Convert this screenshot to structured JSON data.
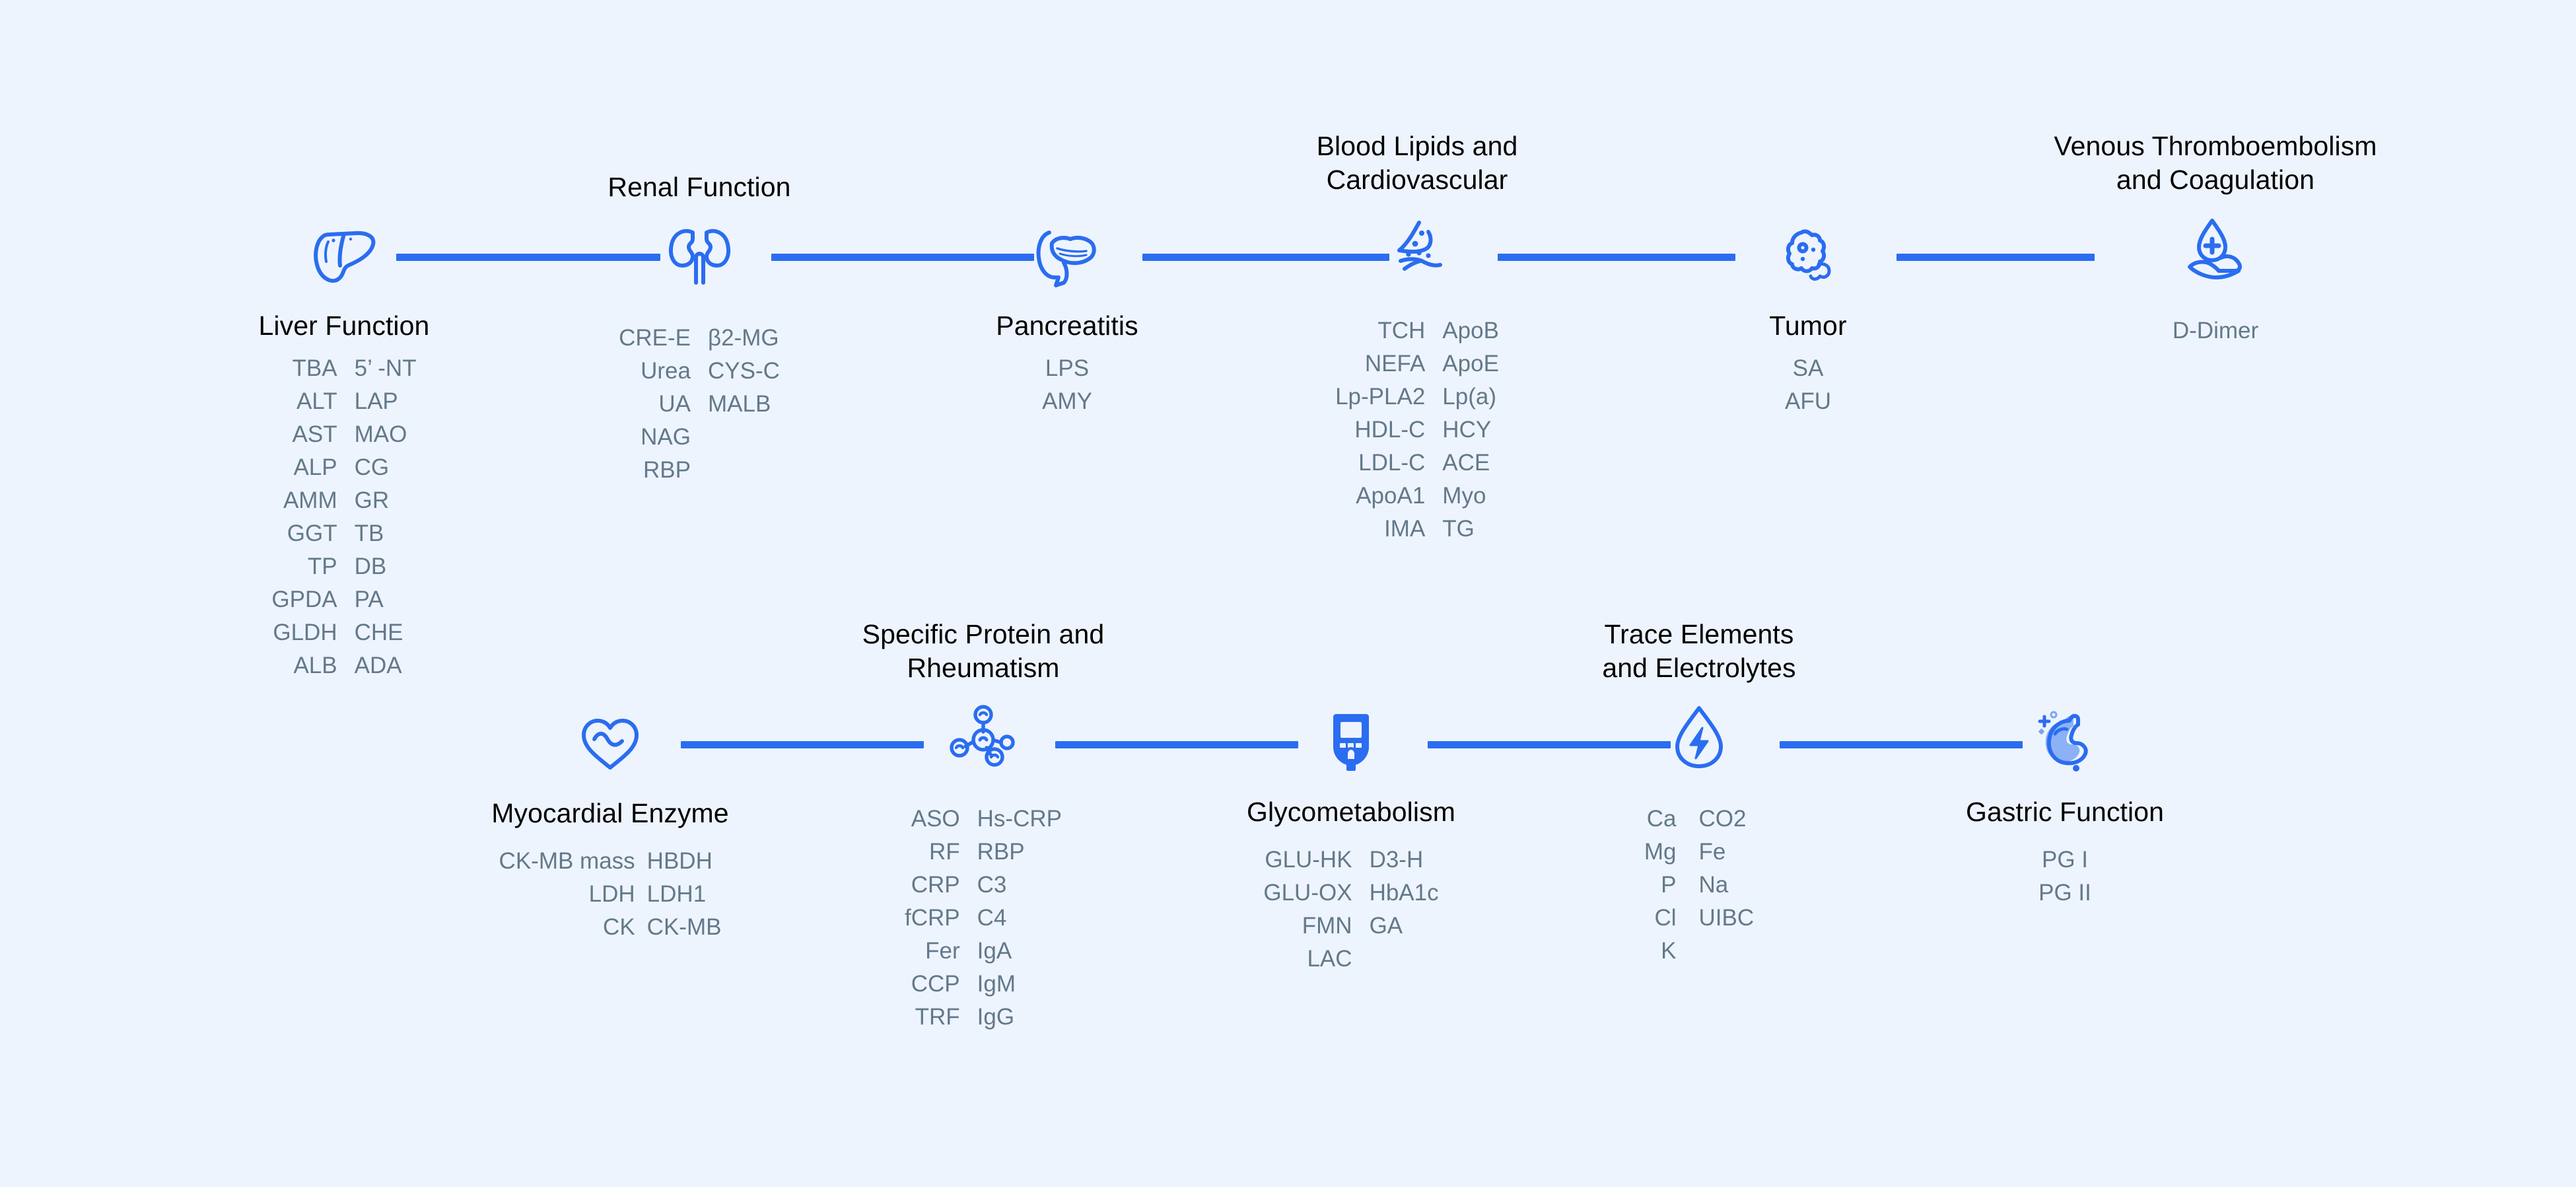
{
  "theme": {
    "background": "#eef4fd",
    "accent": "#2a6df0",
    "title_color": "#000000",
    "item_color": "#63798a"
  },
  "diagram": {
    "rows": [
      {
        "name": "top-row",
        "nodes": [
          {
            "id": "liver-function",
            "title": "Liver Function",
            "title_position": "below",
            "icon": "liver-icon",
            "items_left": [
              "TBA",
              "ALT",
              "AST",
              "ALP",
              "AMM",
              "GGT",
              "TP",
              "GPDA",
              "GLDH",
              "ALB"
            ],
            "items_right": [
              "5’ -NT",
              "LAP",
              "MAO",
              "CG",
              "GR",
              "TB",
              "DB",
              "PA",
              "CHE",
              "ADA"
            ]
          },
          {
            "id": "renal-function",
            "title": "Renal Function",
            "title_position": "above",
            "icon": "kidneys-icon",
            "items_left": [
              "CRE-E",
              "Urea",
              "UA",
              "NAG",
              "RBP"
            ],
            "items_right": [
              "β2-MG",
              "CYS-C",
              "MALB"
            ]
          },
          {
            "id": "pancreatitis",
            "title": "Pancreatitis",
            "title_position": "below",
            "icon": "pancreas-icon",
            "items_left": [
              "LPS",
              "AMY"
            ],
            "items_right": []
          },
          {
            "id": "blood-lipids-and-cardiovascular",
            "title": "Blood Lipids and\nCardiovascular",
            "title_position": "above",
            "icon": "artery-plaque-icon",
            "items_left": [
              "TCH",
              "NEFA",
              "Lp-PLA2",
              "HDL-C",
              "LDL-C",
              "ApoA1",
              "IMA"
            ],
            "items_right": [
              "ApoB",
              "ApoE",
              "Lp(a)",
              "HCY",
              "ACE",
              "Myo",
              "TG"
            ]
          },
          {
            "id": "tumor",
            "title": "Tumor",
            "title_position": "below",
            "icon": "tumor-cell-icon",
            "items_left": [
              "SA",
              "AFU"
            ],
            "items_right": []
          },
          {
            "id": "venous-thromboembolism-and-coagulation",
            "title": "Venous Thromboembolism\nand Coagulation",
            "title_position": "above",
            "icon": "blood-drop-hand-icon",
            "items_left": [
              "D-Dimer"
            ],
            "items_right": []
          }
        ]
      },
      {
        "name": "bottom-row",
        "nodes": [
          {
            "id": "myocardial-enzyme",
            "title": "Myocardial Enzyme",
            "title_position": "below",
            "icon": "heart-pulse-icon",
            "items_left": [
              "CK-MB mass",
              "LDH",
              "CK"
            ],
            "items_right": [
              "HBDH",
              "LDH1",
              "CK-MB"
            ]
          },
          {
            "id": "specific-protein-and-rheumatism",
            "title": "Specific Protein and\nRheumatism",
            "title_position": "above",
            "icon": "molecule-icon",
            "items_left": [
              "ASO",
              "RF",
              "CRP",
              "fCRP",
              "Fer",
              "CCP",
              "TRF"
            ],
            "items_right": [
              "Hs-CRP",
              "RBP",
              "C3",
              "C4",
              "IgA",
              "IgM",
              "IgG"
            ]
          },
          {
            "id": "glycometabolism",
            "title": "Glycometabolism",
            "title_position": "below",
            "icon": "glucometer-icon",
            "items_left": [
              "GLU-HK",
              "GLU-OX",
              "FMN",
              "LAC"
            ],
            "items_right": [
              "D3-H",
              "HbA1c",
              "GA"
            ]
          },
          {
            "id": "trace-elements-and-electrolytes",
            "title": "Trace Elements\nand Electrolytes",
            "title_position": "above",
            "icon": "droplet-bolt-icon",
            "items_left": [
              "Ca",
              "Mg",
              "P",
              "Cl",
              "K"
            ],
            "items_right": [
              "CO2",
              "Fe",
              "Na",
              "UIBC"
            ]
          },
          {
            "id": "gastric-function",
            "title": "Gastric Function",
            "title_position": "below",
            "icon": "stomach-icon",
            "items_left": [
              "PG I",
              "PG II"
            ],
            "items_right": []
          }
        ]
      }
    ]
  }
}
